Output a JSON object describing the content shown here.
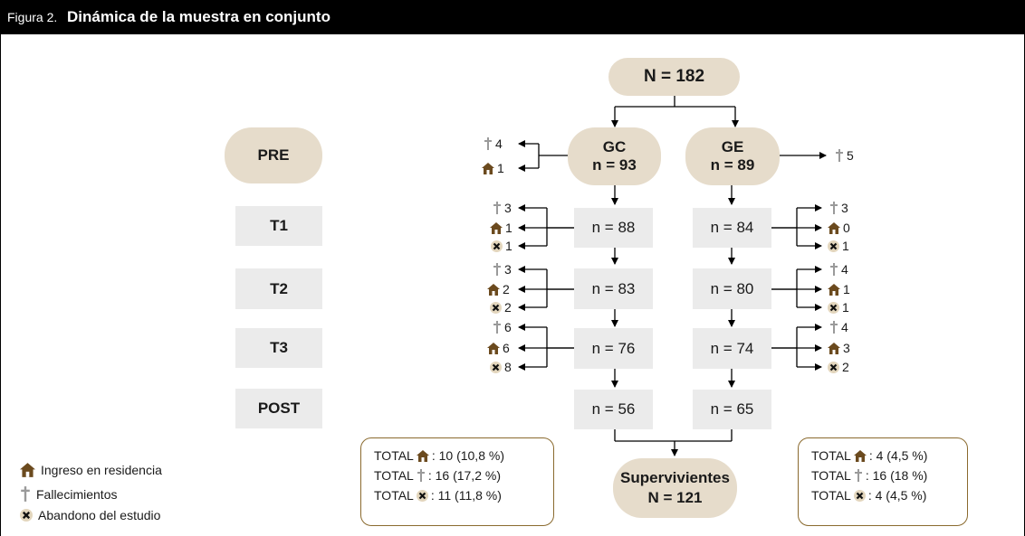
{
  "figure": {
    "prefix": "Figura 2.",
    "title": "Dinámica de la muestra en conjunto"
  },
  "top_node": "N = 182",
  "group_gc": {
    "line1": "GC",
    "line2": "n = 93"
  },
  "group_ge": {
    "line1": "GE",
    "line2": "n = 89"
  },
  "phases": [
    "PRE",
    "T1",
    "T2",
    "T3",
    "POST"
  ],
  "gc_counts": [
    "n = 88",
    "n = 83",
    "n = 76",
    "n = 56"
  ],
  "ge_counts": [
    "n = 84",
    "n = 80",
    "n = 74",
    "n = 65"
  ],
  "pre_losses": {
    "gc_deaths": "4",
    "gc_residence": "1",
    "ge_deaths": "5"
  },
  "gc_losses": [
    {
      "deaths": "3",
      "residence": "1",
      "dropout": "1"
    },
    {
      "deaths": "3",
      "residence": "2",
      "dropout": "2"
    },
    {
      "deaths": "6",
      "residence": "6",
      "dropout": "8"
    }
  ],
  "ge_losses": [
    {
      "deaths": "3",
      "residence": "0",
      "dropout": "1"
    },
    {
      "deaths": "4",
      "residence": "1",
      "dropout": "1"
    },
    {
      "deaths": "4",
      "residence": "3",
      "dropout": "2"
    }
  ],
  "survivors": {
    "line1": "Supervivientes",
    "line2": "N = 121"
  },
  "totals_gc": {
    "total_word": "TOTAL",
    "residence": ": 10 (10,8 %)",
    "deaths": ": 16 (17,2 %)",
    "dropout": ": 11 (11,8 %)"
  },
  "totals_ge": {
    "total_word": "TOTAL",
    "residence": ": 4 (4,5 %)",
    "deaths": ": 16 (18 %)",
    "dropout": ": 4 (4,5 %)"
  },
  "legend": {
    "residence": "Ingreso en residencia",
    "deaths": "Fallecimientos",
    "dropout": "Abandono del estudio"
  },
  "colors": {
    "pill": "#e6dccb",
    "box": "#ebebeb",
    "house": "#6b4a1e",
    "cross": "#9a9a9a",
    "dropout_bg": "#e3d6bd",
    "total_border": "#8a6a2e"
  },
  "icons": {
    "residence": "house-icon",
    "deaths": "cross-icon",
    "dropout": "x-circle-icon"
  }
}
